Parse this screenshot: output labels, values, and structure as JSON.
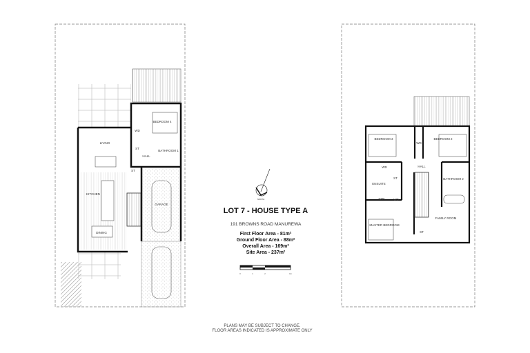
{
  "title": "LOT 7 - HOUSE TYPE A",
  "address": "191 BROWNS ROAD MANUREWA",
  "areas": [
    "First Floor Area - 81m²",
    "Ground Floor Area - 88m²",
    "Overall Area - 169m²",
    "Site Area - 237m²"
  ],
  "north_label": "NORTH",
  "scale_labels": [
    "0",
    "1",
    "2",
    "4m"
  ],
  "notes": [
    "PLANS MAY BE SUBJECT TO CHANGE.",
    "FLOOR AREAS INDICATED IS APPROXIMATE ONLY"
  ],
  "ground_floor_rooms": [
    "BEDROOM 4",
    "WD",
    "ST",
    "HALL",
    "BATHROOM 1",
    "LIVING",
    "KITCHEN",
    "GARAGE",
    "DINING",
    "ST"
  ],
  "first_floor_rooms": [
    "BEDROOM 3",
    "BEDROOM 2",
    "WD",
    "HALL",
    "WD",
    "ENSUITE",
    "ST",
    "WIR",
    "WD",
    "BATHROOM 2",
    "FAMILY ROOM",
    "MASTER BEDROOM",
    "ST"
  ]
}
